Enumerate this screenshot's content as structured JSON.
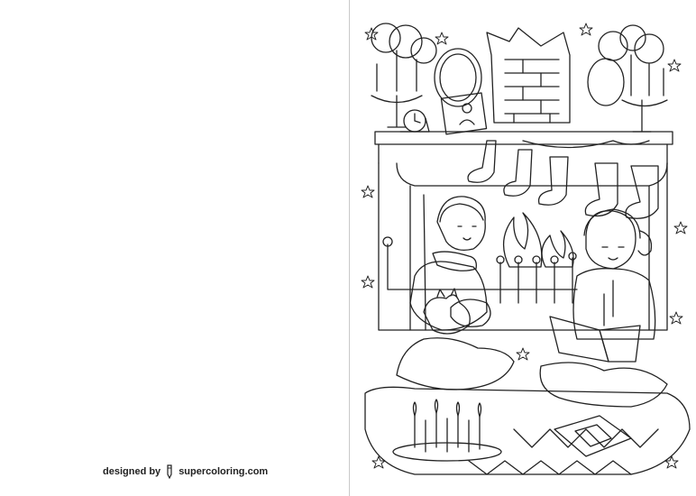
{
  "credit": {
    "prefix": "designed by",
    "brand": "supercoloring.com"
  },
  "colors": {
    "line": "#222222",
    "fold": "#c9c9c9",
    "paper": "#ffffff"
  },
  "illustration": {
    "icon": "christmas-fireplace-coloring-art"
  }
}
